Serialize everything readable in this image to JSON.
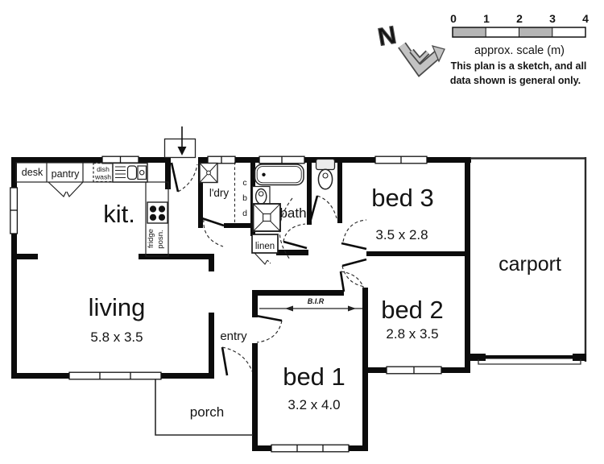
{
  "compass": {
    "n": "N"
  },
  "scalebar": {
    "ticks": [
      "0",
      "1",
      "2",
      "3",
      "4"
    ],
    "caption": "approx. scale (m)",
    "note1": "This plan is a sketch, and all",
    "note2": "data shown is general only.",
    "gray": "#b5b5b5"
  },
  "rooms": {
    "kitchen": {
      "label": "kit."
    },
    "living": {
      "label": "living",
      "dims": "5.8 x 3.5"
    },
    "bed1": {
      "label": "bed 1",
      "dims": "3.2 x 4.0"
    },
    "bed2": {
      "label": "bed 2",
      "dims": "2.8 x 3.5"
    },
    "bed3": {
      "label": "bed 3",
      "dims": "3.5 x 2.8"
    },
    "bath": {
      "label": "bath"
    },
    "laundry": {
      "label": "l'dry"
    },
    "linen": {
      "label": "linen"
    },
    "entry": {
      "label": "entry"
    },
    "porch": {
      "label": "porch"
    },
    "carport": {
      "label": "carport"
    }
  },
  "fixtures": {
    "desk": "desk",
    "pantry": "pantry",
    "dishwasher": [
      "dish",
      "wash"
    ],
    "fridge": [
      "fridge",
      "posn."
    ],
    "cupboard": [
      "c",
      "b",
      "d"
    ],
    "robe": "B.I.R"
  },
  "colors": {
    "wall": "#0c0c0c",
    "compass_gray": "#c3c3c3"
  }
}
